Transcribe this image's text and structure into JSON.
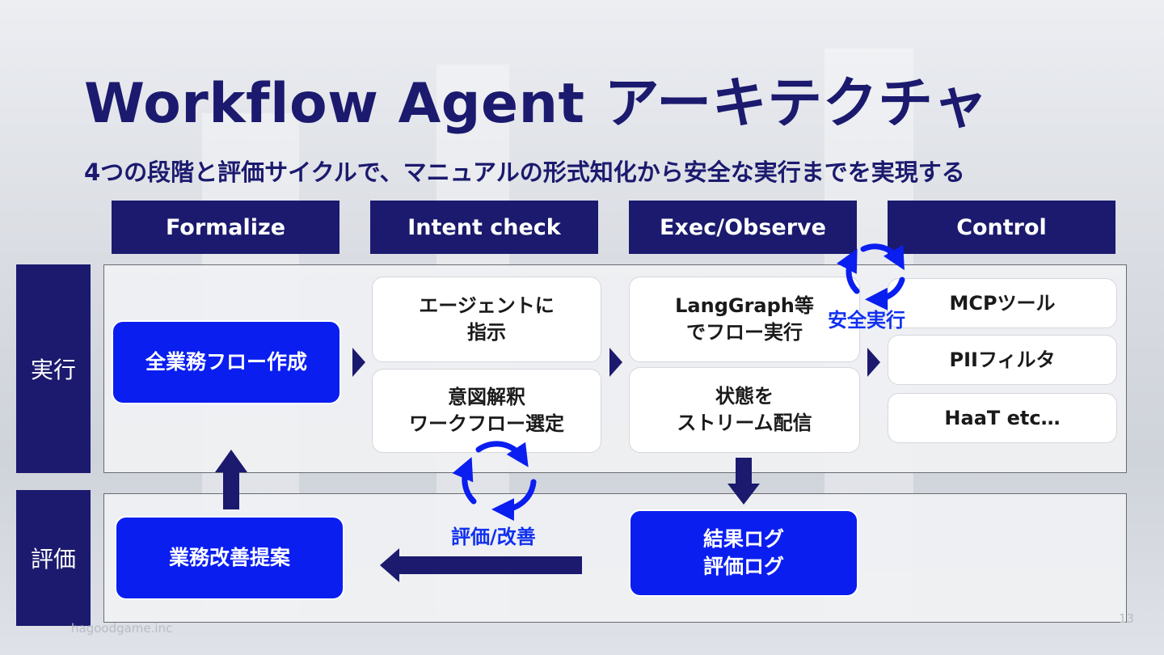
{
  "title": "Workflow Agent アーキテクチャ",
  "subtitle": "4つの段階と評価サイクルで、マニュアルの形式知化から安全な実行までを実現する",
  "phases": [
    "Formalize",
    "Intent check",
    "Exec/Observe",
    "Control"
  ],
  "rows": {
    "execute": "実行",
    "evaluate": "評価"
  },
  "boxes": {
    "full_flow": "全業務フロー作成",
    "instruct": "エージェントに\n指示",
    "intent": "意図解釈\nワークフロー選定",
    "langgraph": "LangGraph等\nでフロー実行",
    "stream": "状態を\nストリーム配信",
    "mcp": "MCPツール",
    "pii": "PIIフィルタ",
    "haat": "HaaT  etc…",
    "improve": "業務改善提案",
    "logs": "結果ログ\n評価ログ"
  },
  "labels": {
    "safe_exec": "安全実行",
    "eval_improve": "評価/改善"
  },
  "footer": "hagoodgame.inc",
  "page_number": "13",
  "colors": {
    "navy": "#1b1a6e",
    "accent_blue": "#0a1ef0"
  }
}
